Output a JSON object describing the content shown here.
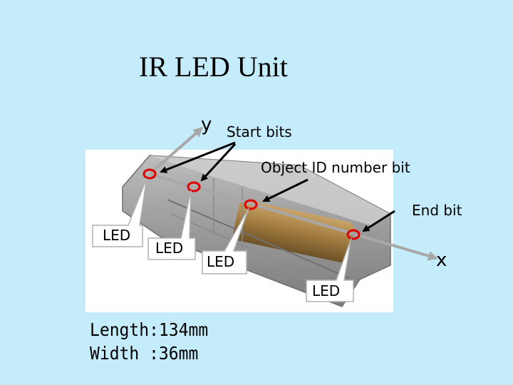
{
  "title": "IR LED Unit",
  "axes": {
    "y_label": "y",
    "x_label": "x"
  },
  "annotations": {
    "start_bits": "Start bits",
    "object_id": "Object ID number bit",
    "end_bit": "End bit"
  },
  "led_callouts": [
    "LED",
    "LED",
    "LED",
    "LED"
  ],
  "dimensions": {
    "length": "Length:134mm",
    "width": "Width :36mm"
  },
  "colors": {
    "background": "#c4ecfa",
    "axis_arrow": "#a8a8a8",
    "led_marker": "#e00000"
  }
}
